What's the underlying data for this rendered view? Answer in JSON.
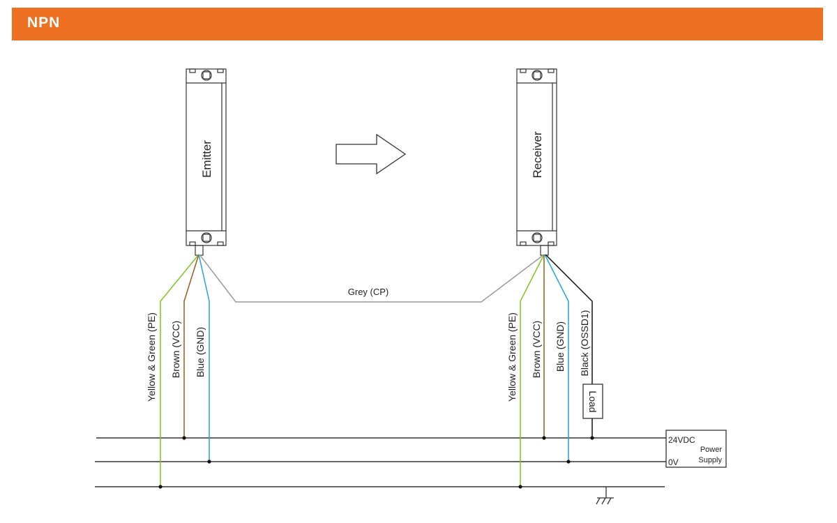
{
  "header": {
    "title": "NPN"
  },
  "devices": {
    "emitter": {
      "label": "Emitter"
    },
    "receiver": {
      "label": "Receiver"
    }
  },
  "wires": {
    "emitter": {
      "pe": {
        "label": "Yellow & Green (PE)",
        "color": "#7ec41f"
      },
      "vcc": {
        "label": "Brown (VCC)",
        "color": "#9a5a1c"
      },
      "gnd": {
        "label": "Blue (GND)",
        "color": "#1fa3e0"
      }
    },
    "cp": {
      "label": "Grey (CP)",
      "color": "#9a9a9a"
    },
    "receiver": {
      "pe": {
        "label": "Yellow & Green (PE)",
        "color": "#7ec41f"
      },
      "vcc": {
        "label": "Brown (VCC)",
        "color": "#9a5a1c"
      },
      "gnd": {
        "label": "Blue (GND)",
        "color": "#1fa3e0"
      },
      "ossd": {
        "label": "Black (OSSD1)",
        "color": "#111111"
      }
    }
  },
  "load": {
    "label": "Load"
  },
  "power_supply": {
    "v_plus": "24VDC",
    "v_zero": "0V",
    "line1": "Power",
    "line2": "Supply"
  },
  "colors": {
    "accent": "#ee7023",
    "line": "#333333"
  }
}
